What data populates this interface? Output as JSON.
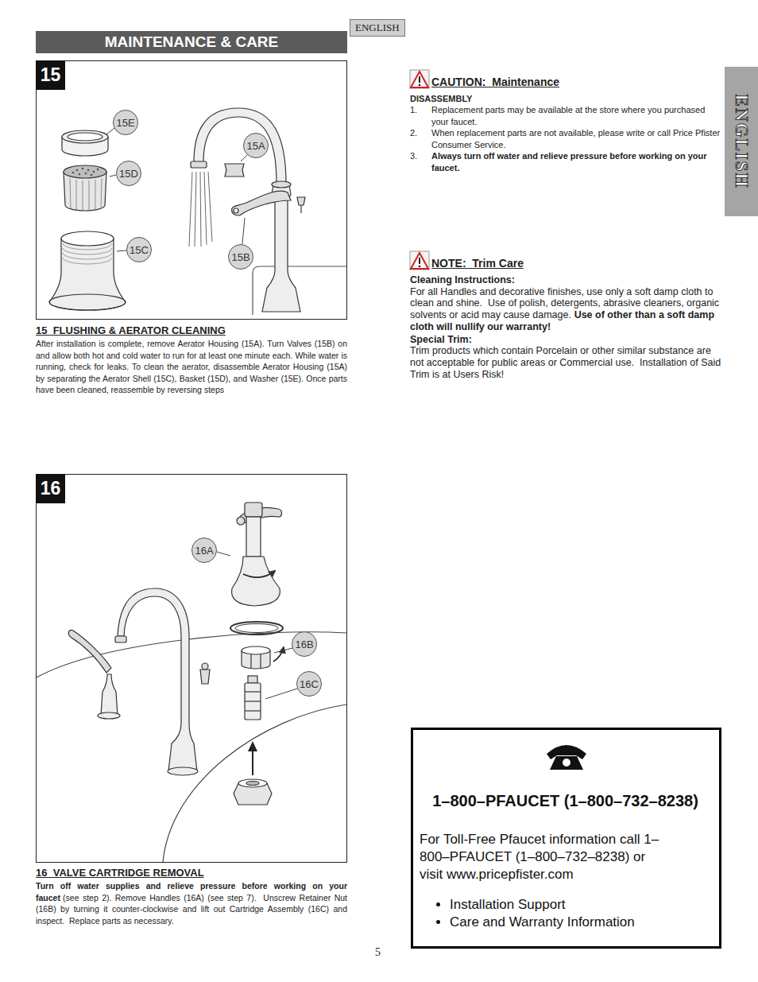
{
  "diagram": {
    "nodes": [
      {
        "text": [
          "MAINTENANCE & CARE"
        ]
      },
      {
        "text": [
          "ENGLISH"
        ]
      },
      {
        "text": [
          "ENGLISH"
        ]
      },
      {
        "text": [
          "15"
        ]
      },
      {
        "text": [
          "15E"
        ],
        "in": 3
      },
      {
        "text": [
          "15D"
        ],
        "in": 3
      },
      {
        "text": [
          "15C"
        ],
        "in": 3
      },
      {
        "text": [
          "15A"
        ],
        "in": 3
      },
      {
        "text": [
          "15B"
        ],
        "in": 3
      },
      {
        "text": [
          "16"
        ]
      },
      {
        "text": [
          "16A"
        ],
        "in": 9
      },
      {
        "text": [
          "16B"
        ],
        "in": 9
      },
      {
        "text": [
          "16C"
        ],
        "in": 9
      },
      {
        "text": [
          "1–800–PFAUCET (1–800–732–8238)",
          "For Toll-Free Pfaucet information call 1–800–PFAUCET (1–800–732–8238) or visit www.pricepfister.com",
          "Installation Support",
          "Care and Warranty Information"
        ]
      }
    ],
    "edges": [],
    "labels": [
      "15  FLUSHING & AERATOR CLEANING",
      "After installation is complete, remove Aerator Housing (15A). Turn Valves (15B) on and allow both hot and cold water to run for at least one minute each. While water is running, check for leaks. To clean the aerator, disassemble Aerator Housing (15A) by separating the Aerator Shell (15C), Basket (15D), and Washer (15E). Once parts have been cleaned, reassemble by reversing steps",
      "16  VALVE CARTRIDGE REMOVAL",
      "Turn off water supplies and relieve pressure before working on your faucet",
      "(see step 2). Remove Handles (16A) (see step 7).  Unscrew Retainer Nut (16B) by turning it counter-clockwise and lift out Cartridge Assembly (16C) and inspect.  Replace parts as necessary.",
      "CAUTION:  Maintenance",
      "DISASSEMBLY",
      "1.",
      "Replacement parts may be available at the store where you purchased your faucet.",
      "2.",
      "When replacement parts are not available, please write or call Price Pfister Consumer Service.",
      "3.",
      "Always turn off water and relieve pressure before working on your faucet.",
      "NOTE:  Trim Care",
      "Cleaning Instructions:",
      "For all Handles and decorative finishes, use only a soft damp cloth to clean and shine.  Use of polish, detergents, abrasive cleaners, organic solvents or acid may cause damage.",
      "Use of other than a soft damp cloth will nullify our warranty!",
      "Special Trim:",
      "Trim products which contain Porcelain or other similar substance are not acceptable for public areas or Commercial use.  Installation of Said Trim is at Users Risk!",
      "5"
    ]
  }
}
